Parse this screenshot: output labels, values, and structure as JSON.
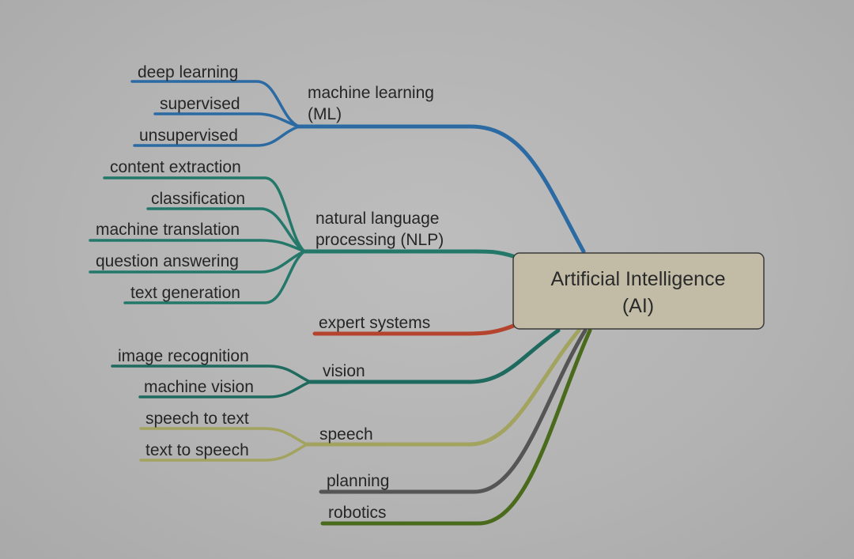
{
  "central": {
    "line1": "Artificial Intelligence",
    "line2": "(AI)"
  },
  "branches": {
    "ml": {
      "line1": "machine learning",
      "line2": "(ML)",
      "color": "#2b6aa3",
      "children": [
        "deep learning",
        "supervised",
        "unsupervised"
      ]
    },
    "nlp": {
      "line1": "natural language",
      "line2": "processing (NLP)",
      "color": "#23786a",
      "children": [
        "content extraction",
        "classification",
        "machine translation",
        "question answering",
        "text generation"
      ]
    },
    "expert": {
      "label": "expert systems",
      "color": "#b5442e"
    },
    "vision": {
      "label": "vision",
      "color": "#1f6a5e",
      "children": [
        "image recognition",
        "machine vision"
      ]
    },
    "speech": {
      "label": "speech",
      "color": "#a2a35e",
      "children": [
        "speech to text",
        "text to speech"
      ]
    },
    "planning": {
      "label": "planning",
      "color": "#555555"
    },
    "robotics": {
      "label": "robotics",
      "color": "#4a6b1c"
    }
  }
}
